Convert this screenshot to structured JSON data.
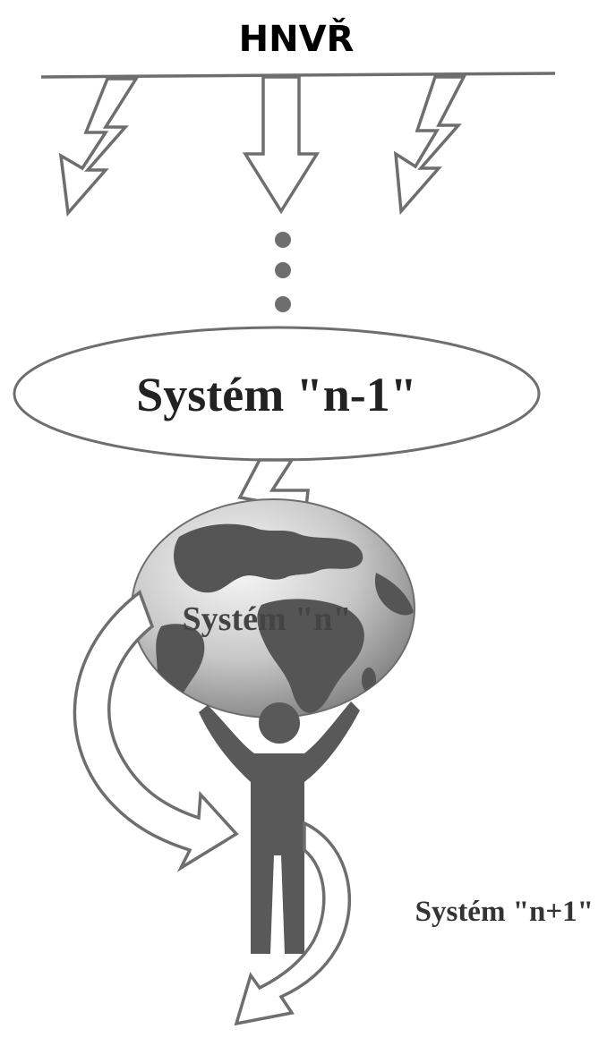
{
  "title": "HNVŘ",
  "system_upper": "Systém \"n-1\"",
  "system_current": "Systém \"n\"",
  "system_lower": "Systém \"n+1\"",
  "icons": [
    "lightning-arrow-icon",
    "globe-icon",
    "human-figure-icon"
  ],
  "colors": {
    "line": "#6e6e6e",
    "figure": "#595959",
    "dots": "#6e6e6e",
    "ocean_light": "#f2f2f2",
    "ocean_dark": "#8c8c8c",
    "land": "#555555"
  }
}
